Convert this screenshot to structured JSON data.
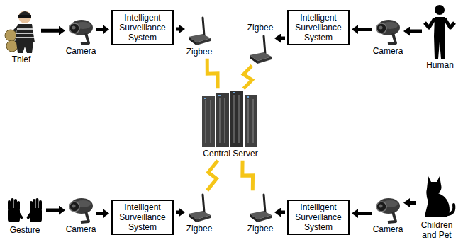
{
  "diagram": {
    "nodes": [
      {
        "text": [
          "Thief"
        ]
      },
      {
        "text": [
          "Camera"
        ]
      },
      {
        "text": [
          "Intelligent Surveillance System"
        ]
      },
      {
        "text": [
          "Zigbee"
        ]
      },
      {
        "text": [
          "Zigbee"
        ]
      },
      {
        "text": [
          "Intelligent Surveillance System"
        ]
      },
      {
        "text": [
          "Camera"
        ]
      },
      {
        "text": [
          "Human"
        ]
      },
      {
        "text": [
          "Central Server"
        ]
      },
      {
        "text": [
          "Gesture"
        ]
      },
      {
        "text": [
          "Camera"
        ]
      },
      {
        "text": [
          "Intelligent Surveillance System"
        ]
      },
      {
        "text": [
          "Zigbee"
        ]
      },
      {
        "text": [
          "Zigbee"
        ]
      },
      {
        "text": [
          "Intelligent Surveillance System"
        ]
      },
      {
        "text": [
          "Camera"
        ]
      },
      {
        "text": [
          "Children and Pet"
        ]
      }
    ],
    "edges": [
      {
        "from": 0,
        "to": 1,
        "arrow": "to"
      },
      {
        "from": 1,
        "to": 2,
        "arrow": "to"
      },
      {
        "from": 2,
        "to": 3,
        "arrow": "to"
      },
      {
        "from": 7,
        "to": 6,
        "arrow": "to"
      },
      {
        "from": 6,
        "to": 5,
        "arrow": "to"
      },
      {
        "from": 5,
        "to": 4,
        "arrow": "to"
      },
      {
        "from": 3,
        "to": 8,
        "arrow": "none"
      },
      {
        "from": 4,
        "to": 8,
        "arrow": "none"
      },
      {
        "from": 8,
        "to": 12,
        "arrow": "none"
      },
      {
        "from": 8,
        "to": 13,
        "arrow": "none"
      },
      {
        "from": 9,
        "to": 10,
        "arrow": "to"
      },
      {
        "from": 10,
        "to": 11,
        "arrow": "to"
      },
      {
        "from": 11,
        "to": 12,
        "arrow": "to"
      },
      {
        "from": 16,
        "to": 15,
        "arrow": "to"
      },
      {
        "from": 15,
        "to": 14,
        "arrow": "to"
      },
      {
        "from": 14,
        "to": 13,
        "arrow": "to"
      }
    ]
  }
}
